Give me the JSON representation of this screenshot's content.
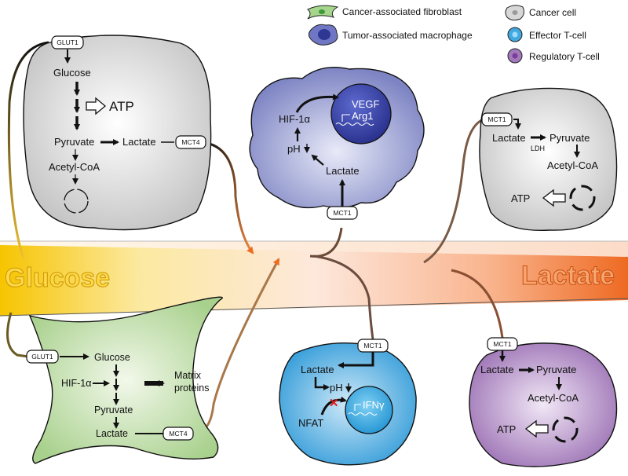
{
  "legend": {
    "fibroblast": "Cancer-associated fibroblast",
    "macrophage": "Tumor-associated macrophage",
    "cancer_cell": "Cancer cell",
    "effector_tcell": "Effector T-cell",
    "regulatory_tcell": "Regulatory T-cell"
  },
  "gradient": {
    "left_label": "Glucose",
    "right_label": "Lactate"
  },
  "cancer_cell_left": {
    "glut1": "GLUT1",
    "glucose": "Glucose",
    "atp": "ATP",
    "pyruvate": "Pyruvate",
    "lactate": "Lactate",
    "mct4": "MCT4",
    "acetyl_coa": "Acetyl-CoA"
  },
  "macrophage": {
    "hif": "HIF-1α",
    "vegf": "VEGF",
    "arg1": "Arg1",
    "ph": "pH",
    "lactate": "Lactate",
    "mct1": "MCT1"
  },
  "cancer_cell_right": {
    "mct1": "MCT1",
    "lactate": "Lactate",
    "pyruvate": "Pyruvate",
    "ldh": "LDH",
    "acetyl_coa": "Acetyl-CoA",
    "atp": "ATP"
  },
  "fibroblast_cell": {
    "glut1": "GLUT1",
    "glucose": "Glucose",
    "hif": "HIF-1α",
    "matrix1": "Matrix",
    "matrix2": "proteins",
    "pyruvate": "Pyruvate",
    "lactate": "Lactate",
    "mct4": "MCT4"
  },
  "effector_cell": {
    "mct1": "MCT1",
    "lactate": "Lactate",
    "ph": "pH",
    "nfat": "NFAT",
    "ifn": "IFNγ"
  },
  "regulatory_cell": {
    "mct1": "MCT1",
    "lactate": "Lactate",
    "pyruvate": "Pyruvate",
    "acetyl_coa": "Acetyl-CoA",
    "atp": "ATP"
  },
  "colors": {
    "glucose_yellow": "#f4c20d",
    "lactate_orange": "#ef6c1e",
    "cancer_gray": "#cfcfcf",
    "fibroblast_green": "#a8d08d",
    "macrophage_blue": "#7f86c6",
    "effector_cyan": "#3aa0dc",
    "regulatory_purple": "#9c72b4"
  }
}
